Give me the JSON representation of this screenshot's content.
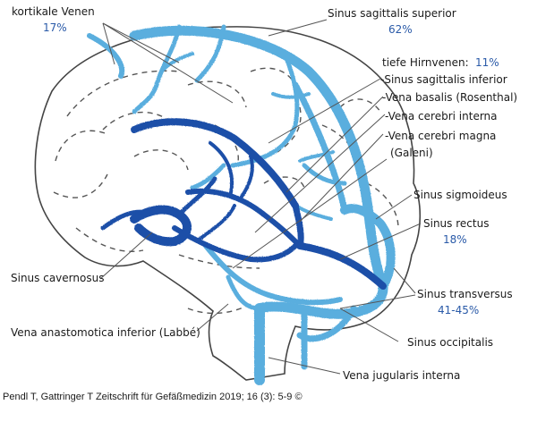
{
  "labels": {
    "kortikale_venen": "kortikale Venen",
    "kortikale_venen_pct": "17%",
    "sinus_sagittalis_superior": "Sinus sagittalis superior",
    "sinus_sagittalis_superior_pct": "62%",
    "tiefe_hirnvenen": "tiefe Hirnvenen:",
    "tiefe_hirnvenen_pct": "11%",
    "sinus_sagittalis_inferior": "-Sinus sagittalis inferior",
    "vena_basalis": "-Vena basalis (Rosenthal)",
    "vena_cerebri_interna": "-Vena cerebri interna",
    "vena_cerebri_magna": "-Vena cerebri magna",
    "galeni": "(Galeni)",
    "sinus_sigmoideus": "Sinus sigmoideus",
    "sinus_rectus": "Sinus rectus",
    "sinus_rectus_pct": "18%",
    "sinus_cavernosus": "Sinus cavernosus",
    "sinus_transversus": "Sinus transversus",
    "sinus_transversus_pct": "41-45%",
    "vena_anastomotica_inferior": "Vena anastomotica inferior (Labbé)",
    "sinus_occipitalis": "Sinus occipitalis",
    "vena_jugularis_interna": "Vena jugularis interna"
  },
  "credit": "Pendl T, Gattringer T Zeitschrift für Gefäßmedizin 2019; 16 (3): 5-9 ©",
  "colors": {
    "superficial_vein": "#5aaede",
    "deep_vein": "#1e4fa8",
    "outline": "#444444",
    "percent_text": "#2a5aa8"
  }
}
